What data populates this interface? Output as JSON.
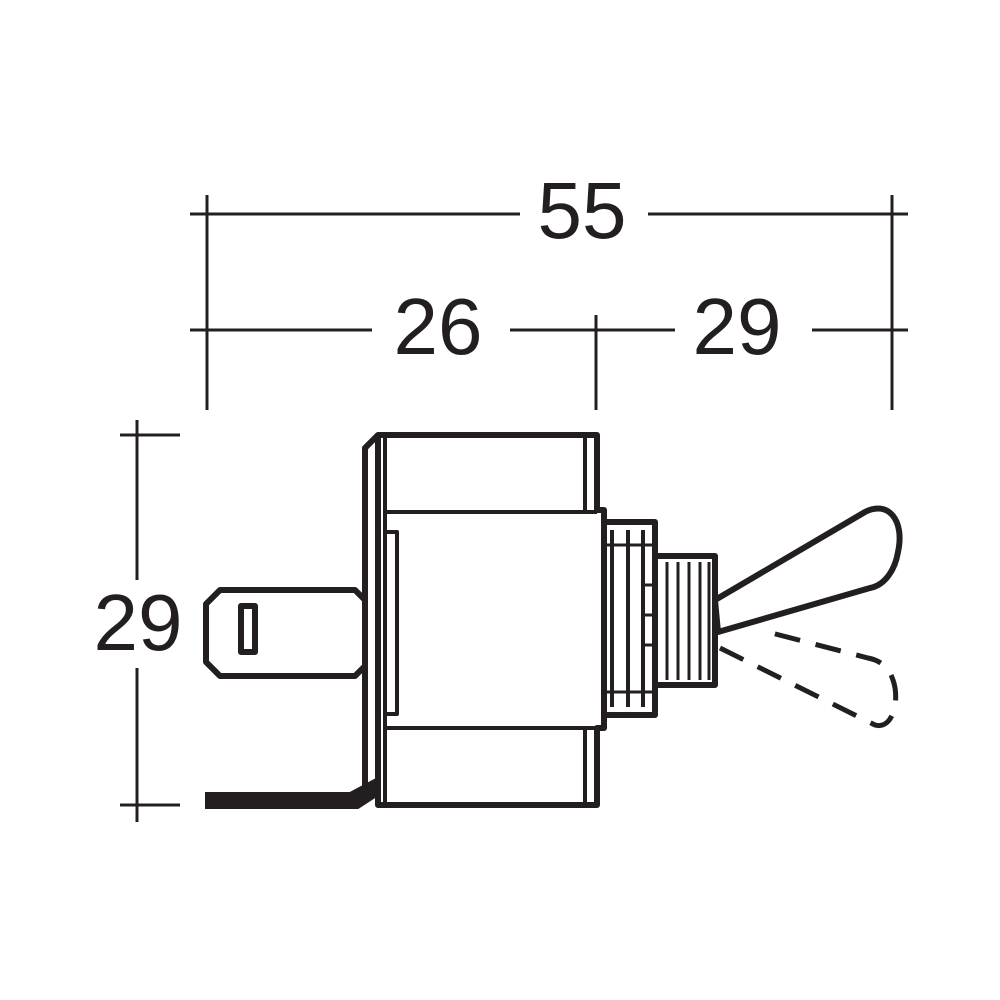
{
  "dimensions": {
    "overall_width": "55",
    "body_width": "26",
    "lever_width": "29",
    "height": "29"
  },
  "colors": {
    "line": "#231f20",
    "background": "#ffffff"
  }
}
